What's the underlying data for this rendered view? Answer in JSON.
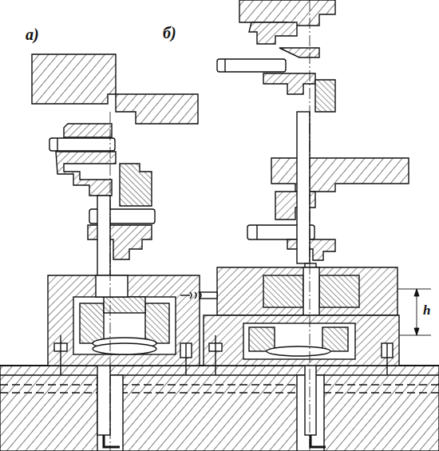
{
  "diagram": {
    "labels": [
      "а)",
      "б)",
      "h"
    ]
  }
}
